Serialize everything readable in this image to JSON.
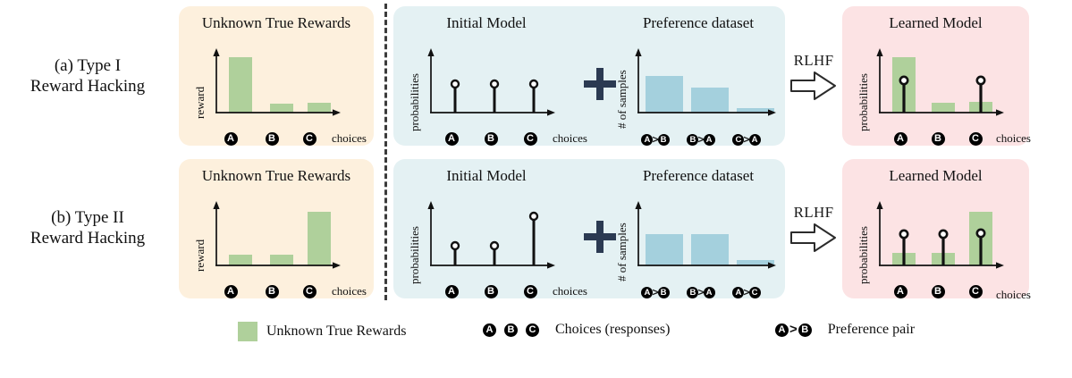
{
  "figure": {
    "title": "Type I and Type II Reward Hacking diagram",
    "colors": {
      "reward_bar": "#afd09b",
      "sample_bar": "#a4d0dd",
      "panel_true_rewards": "#fdf0dd",
      "panel_model": "#e4f1f3",
      "panel_learned": "#fce3e4",
      "stem": "#000000",
      "plus": "#2b3a52",
      "axis": "#111111"
    }
  },
  "rows": [
    {
      "id": "type-i",
      "label_line1": "(a) Type I",
      "label_line2": "Reward Hacking",
      "true_rewards": {
        "title": "Unknown True Rewards",
        "ylabel": "reward",
        "xlabel": "choices",
        "chart_data": {
          "type": "bar",
          "categories": [
            "A",
            "B",
            "C"
          ],
          "values": [
            0.95,
            0.11,
            0.12
          ],
          "ylim": [
            0,
            1
          ]
        }
      },
      "initial_model": {
        "title": "Initial Model",
        "ylabel": "probabilities",
        "xlabel": "choices",
        "chart_data": {
          "type": "stem",
          "categories": [
            "A",
            "B",
            "C"
          ],
          "values": [
            0.34,
            0.34,
            0.34
          ],
          "ylim": [
            0,
            1
          ]
        }
      },
      "operator": "+",
      "preference_dataset": {
        "title": "Preference dataset",
        "ylabel": "# of samples",
        "xlabel": "",
        "chart_data": {
          "type": "bar",
          "categories": [
            "A>B",
            "B>A",
            "C>A"
          ],
          "values": [
            0.66,
            0.45,
            0.07
          ],
          "ylim": [
            0,
            1
          ]
        }
      },
      "transition": {
        "label": "RLHF",
        "icon": "block-arrow-right-icon"
      },
      "learned_model": {
        "title": "Learned Model",
        "ylabel": "probabilities",
        "xlabel": "choices",
        "chart_data": {
          "type": "bar+stem",
          "categories": [
            "A",
            "B",
            "C"
          ],
          "bar_values": [
            0.95,
            0.12,
            0.13
          ],
          "stem_values": [
            0.5,
            null,
            0.5
          ],
          "ylim": [
            0,
            1
          ]
        }
      }
    },
    {
      "id": "type-ii",
      "label_line1": "(b) Type II",
      "label_line2": "Reward Hacking",
      "true_rewards": {
        "title": "Unknown True Rewards",
        "ylabel": "reward",
        "xlabel": "choices",
        "chart_data": {
          "type": "bar",
          "categories": [
            "A",
            "B",
            "C"
          ],
          "values": [
            0.13,
            0.13,
            0.92
          ],
          "ylim": [
            0,
            1
          ]
        }
      },
      "initial_model": {
        "title": "Initial Model",
        "ylabel": "probabilities",
        "xlabel": "choices",
        "chart_data": {
          "type": "stem",
          "categories": [
            "A",
            "B",
            "C"
          ],
          "values": [
            0.22,
            0.22,
            0.84
          ],
          "ylim": [
            0,
            1
          ]
        }
      },
      "operator": "+",
      "preference_dataset": {
        "title": "Preference dataset",
        "ylabel": "# of samples",
        "xlabel": "",
        "chart_data": {
          "type": "bar",
          "categories": [
            "A>B",
            "B>A",
            "A>C"
          ],
          "values": [
            0.56,
            0.56,
            0.08
          ],
          "ylim": [
            0,
            1
          ]
        }
      },
      "transition": {
        "label": "RLHF",
        "icon": "block-arrow-right-icon"
      },
      "learned_model": {
        "title": "Learned Model",
        "ylabel": "probabilities",
        "xlabel": "choices",
        "chart_data": {
          "type": "bar+stem",
          "categories": [
            "A",
            "B",
            "C"
          ],
          "bar_values": [
            0.16,
            0.16,
            0.92
          ],
          "stem_values": [
            0.48,
            0.48,
            0.5
          ],
          "ylim": [
            0,
            1
          ]
        }
      }
    }
  ],
  "legend": {
    "items": [
      {
        "id": "reward-swatch",
        "glyph": "green-square",
        "label": "Unknown True Rewards"
      },
      {
        "id": "choices",
        "glyph": "A B C",
        "label": "Choices (responses)"
      },
      {
        "id": "preference-pair",
        "glyph": "A>B",
        "label": "Preference pair"
      }
    ],
    "chips": [
      "A",
      "B",
      "C"
    ],
    "pair": {
      "left": "A",
      "op": ">",
      "right": "B"
    }
  }
}
